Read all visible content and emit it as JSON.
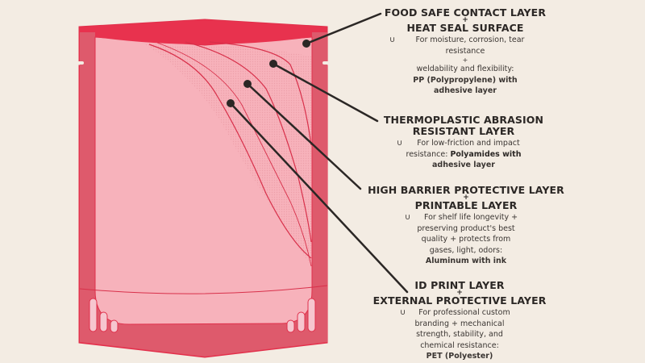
{
  "colors": {
    "background": "#f3ece3",
    "pouch_frame": "#e8324e",
    "pouch_side": "#de5a6c",
    "pouch_inner": "#f7b2bb",
    "layer_line": "#d8304a",
    "leader_line": "#2b2725"
  },
  "layers": [
    {
      "title_line1": "FOOD SAFE CONTACT LAYER",
      "plus": "+",
      "title_line2": "HEAT SEAL SURFACE",
      "icon": "cup-icon",
      "desc_1": "For moisture, corrosion, tear",
      "desc_2": "resistance",
      "desc_plus": "+",
      "desc_3": "weldability and flexibility:",
      "material_1": "PP (Polypropylene) with",
      "material_2": "adhesive layer"
    },
    {
      "title_line1": "THERMOPLASTIC ABRASION",
      "title_line2": "RESISTANT LAYER",
      "icon": "cup-icon",
      "desc_1": "For low-friction and impact",
      "desc_2": "resistance: ",
      "material_1": "Polyamides with",
      "material_2": "adhesive layer"
    },
    {
      "title_line1": "HIGH BARRIER PROTECTIVE LAYER",
      "plus": "+",
      "title_line2": "PRINTABLE LAYER",
      "icon": "cup-icon",
      "desc_1": "For shelf life longevity +",
      "desc_2": "preserving product's best",
      "desc_3": "quality + protects from",
      "desc_4": "gases, light, odors:",
      "material_1": "Aluminum with ink"
    },
    {
      "title_line1": "ID PRINT LAYER",
      "plus": "+",
      "title_line2": "EXTERNAL PROTECTIVE LAYER",
      "icon": "cup-icon",
      "desc_1": "For professional custom",
      "desc_2": "branding + mechanical",
      "desc_3": "strength, stability, and",
      "desc_4": "chemical resistance:",
      "material_1": "PET (Polyester)"
    }
  ]
}
